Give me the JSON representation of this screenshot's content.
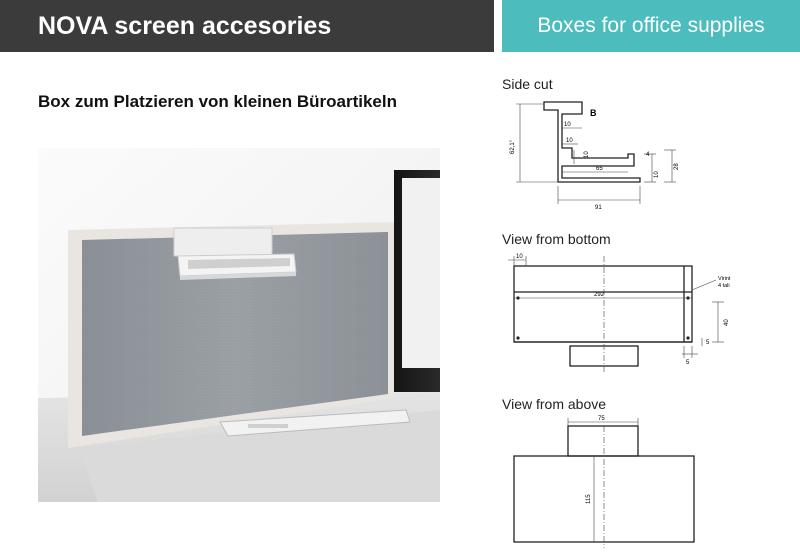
{
  "header": {
    "title": "NOVA screen accesories",
    "section": "Boxes for office supplies"
  },
  "subtitle": "Box zum Platzieren von kleinen Büroartikeln",
  "side_cut": {
    "caption": "Side cut",
    "label_b": "B",
    "dim_height": "62,1°",
    "dim_top": "10",
    "dim_inner": "10",
    "dim_step": "10",
    "dim_depth": "65",
    "dim_lip": "4",
    "dim_box_h": "28",
    "dim_base": "10",
    "dim_width": "91"
  },
  "bottom_view": {
    "caption": "View from bottom",
    "dim_edge": "10",
    "dim_length": "292",
    "note_line1": "Virint",
    "note_line2": "4 tali",
    "dim_depth": "40",
    "dim_side": "5",
    "dim_foot": "5"
  },
  "above_view": {
    "caption": "View from above",
    "dim_tab": "75",
    "dim_height": "115"
  }
}
